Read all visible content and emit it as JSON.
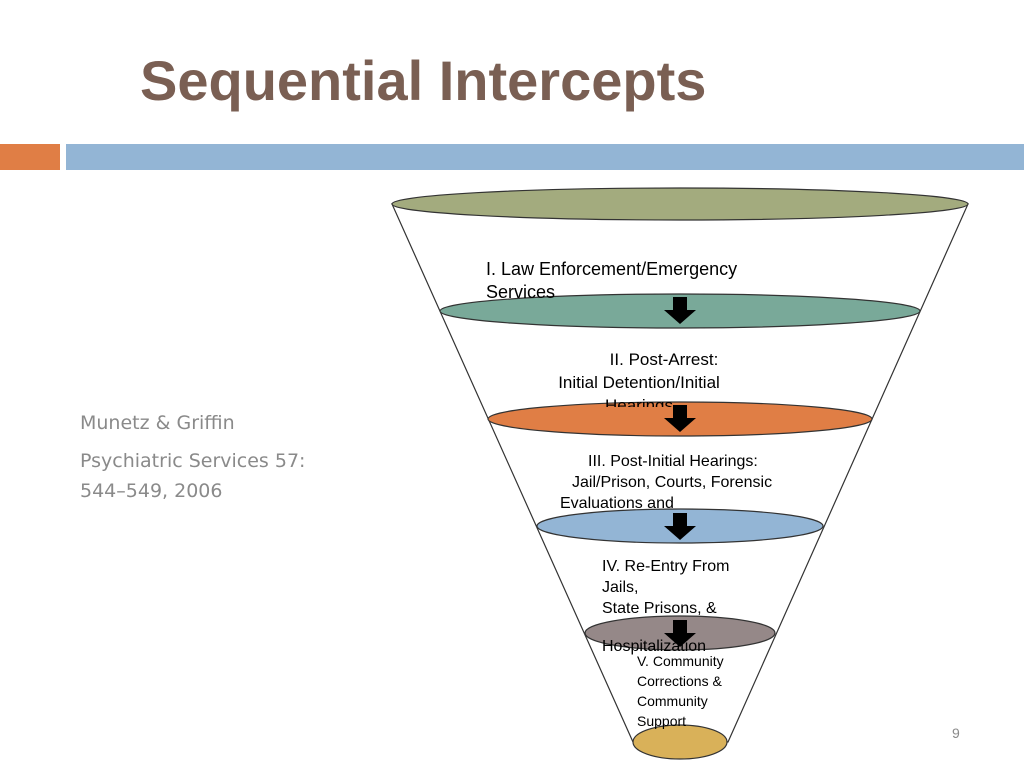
{
  "slide": {
    "title": "Sequential Intercepts",
    "page_number": "9"
  },
  "citation": {
    "authors": "Munetz & Griffin",
    "journal": "Psychiatric Services 57: 544–549, 2006"
  },
  "stages": [
    {
      "line1": "I.  Law Enforcement/Emergency",
      "line2": "Services",
      "line3": "",
      "line4": ""
    },
    {
      "line1": "II.  Post-Arrest:",
      "line2": "Initial Detention/Initial",
      "line3": "Hearings",
      "line4": ""
    },
    {
      "line1": "III.  Post-Initial Hearings:",
      "line2": "Jail/Prison, Courts, Forensic",
      "line3": "Evaluations and",
      "line4": ""
    },
    {
      "line1": "IV.  Re-Entry From",
      "line2": "Jails,",
      "line3": "State Prisons, &",
      "line4": "Hospitalization"
    },
    {
      "line1": "V.  Community",
      "line2": "Corrections &",
      "line3": "Community",
      "line4": "Support"
    }
  ],
  "colors": {
    "title": "#7a5f53",
    "accent_orange": "#e07e45",
    "accent_blue": "#93b5d5",
    "rim_top": "#a3ab7e",
    "rim_1": "#79a999",
    "rim_2": "#e07e45",
    "rim_3": "#93b5d5",
    "rim_4": "#958888",
    "rim_bottom": "#d9b159"
  }
}
